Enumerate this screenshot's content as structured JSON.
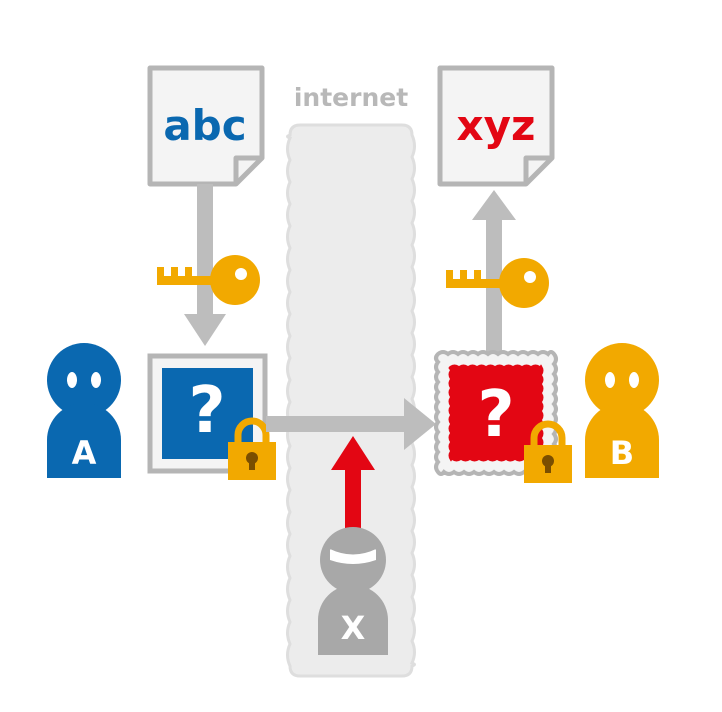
{
  "diagram": {
    "channel_label": "internet",
    "sender": {
      "label": "A",
      "color": "#0a68b0"
    },
    "receiver": {
      "label": "B",
      "color": "#f2a900"
    },
    "attacker": {
      "label": "X",
      "color": "#a8a8a8"
    },
    "plaintext_document": {
      "text": "abc",
      "color": "#0a68b0"
    },
    "decrypted_document": {
      "text": "xyz",
      "color": "#e30613"
    },
    "ciphertext_sent": {
      "symbol": "?",
      "color": "#0a68b0"
    },
    "ciphertext_received": {
      "symbol": "?",
      "color": "#e30613"
    },
    "key_color": "#f2a900",
    "arrow_color": "#bdbdbd",
    "attack_arrow_color": "#e30613",
    "channel_color": "#ececec"
  }
}
